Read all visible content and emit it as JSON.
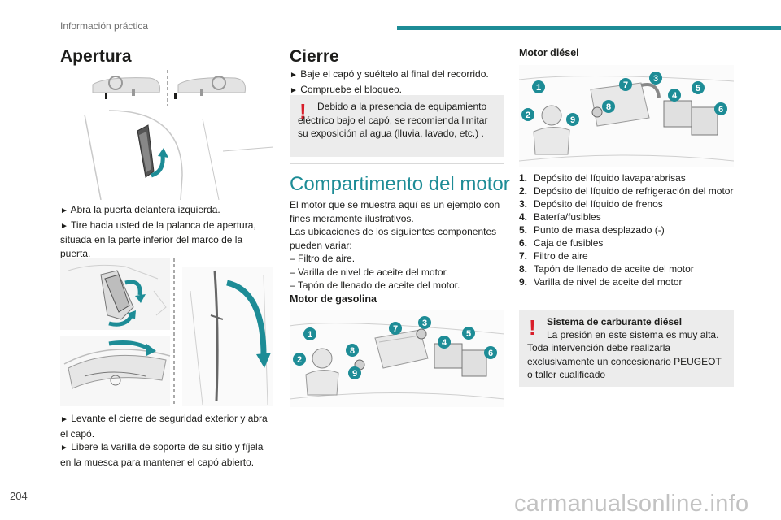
{
  "header": {
    "section": "Información práctica"
  },
  "page_number": "204",
  "watermark": "carmanualsonline.info",
  "apertura": {
    "title": "Apertura",
    "step1": "Abra la puerta delantera izquierda.",
    "step2": "Tire hacia usted de la palanca de apertura, situada en la parte inferior del marco de la puerta.",
    "step3": "Levante el cierre de seguridad exterior y abra el capó.",
    "step4": "Libere la varilla de soporte de su sitio y fíjela en la muesca para mantener el capó abierto."
  },
  "cierre": {
    "title": "Cierre",
    "step1": "Baje el capó y suéltelo al final del recorrido.",
    "step2": "Compruebe el bloqueo.",
    "warning": "Debido a la presencia de equipamiento eléctrico bajo el capó, se recomienda limitar su exposición al agua (lluvia, lavado, etc.) ."
  },
  "compartimento": {
    "title": "Compartimento del motor",
    "intro1": "El motor que se muestra aquí es un ejemplo con fines meramente ilustrativos.",
    "intro2": "Las ubicaciones de los siguientes componentes pueden variar:",
    "dash1": "Filtro de aire.",
    "dash2": "Varilla de nivel de aceite del motor.",
    "dash3": "Tapón de llenado de aceite del motor.",
    "gasolina_title": "Motor de gasolina"
  },
  "diesel": {
    "title": "Motor diésel",
    "items": [
      {
        "num": "1.",
        "label": "Depósito del líquido lavaparabrisas"
      },
      {
        "num": "2.",
        "label": "Depósito del líquido de refrigeración del motor"
      },
      {
        "num": "3.",
        "label": "Depósito del líquido de frenos"
      },
      {
        "num": "4.",
        "label": "Batería/fusibles"
      },
      {
        "num": "5.",
        "label": "Punto de masa desplazado (-)"
      },
      {
        "num": "6.",
        "label": "Caja de fusibles"
      },
      {
        "num": "7.",
        "label": "Filtro de aire"
      },
      {
        "num": "8.",
        "label": "Tapón de llenado de aceite del motor"
      },
      {
        "num": "9.",
        "label": "Varilla de nivel de aceite del motor"
      }
    ],
    "warning_title": "Sistema de carburante diésel",
    "warning_line1": "La presión en este sistema es muy alta.",
    "warning_rest": "Toda intervención debe realizarla exclusivamente un concesionario PEUGEOT o taller cualificado"
  },
  "glyphs": {
    "arrow": "►",
    "dash": "–",
    "bang": "!"
  },
  "callouts": [
    "1",
    "2",
    "3",
    "4",
    "5",
    "6",
    "7",
    "8",
    "9"
  ],
  "colors": {
    "accent": "#1d8c96",
    "warning": "#d81e2a",
    "panel": "#ececec"
  }
}
